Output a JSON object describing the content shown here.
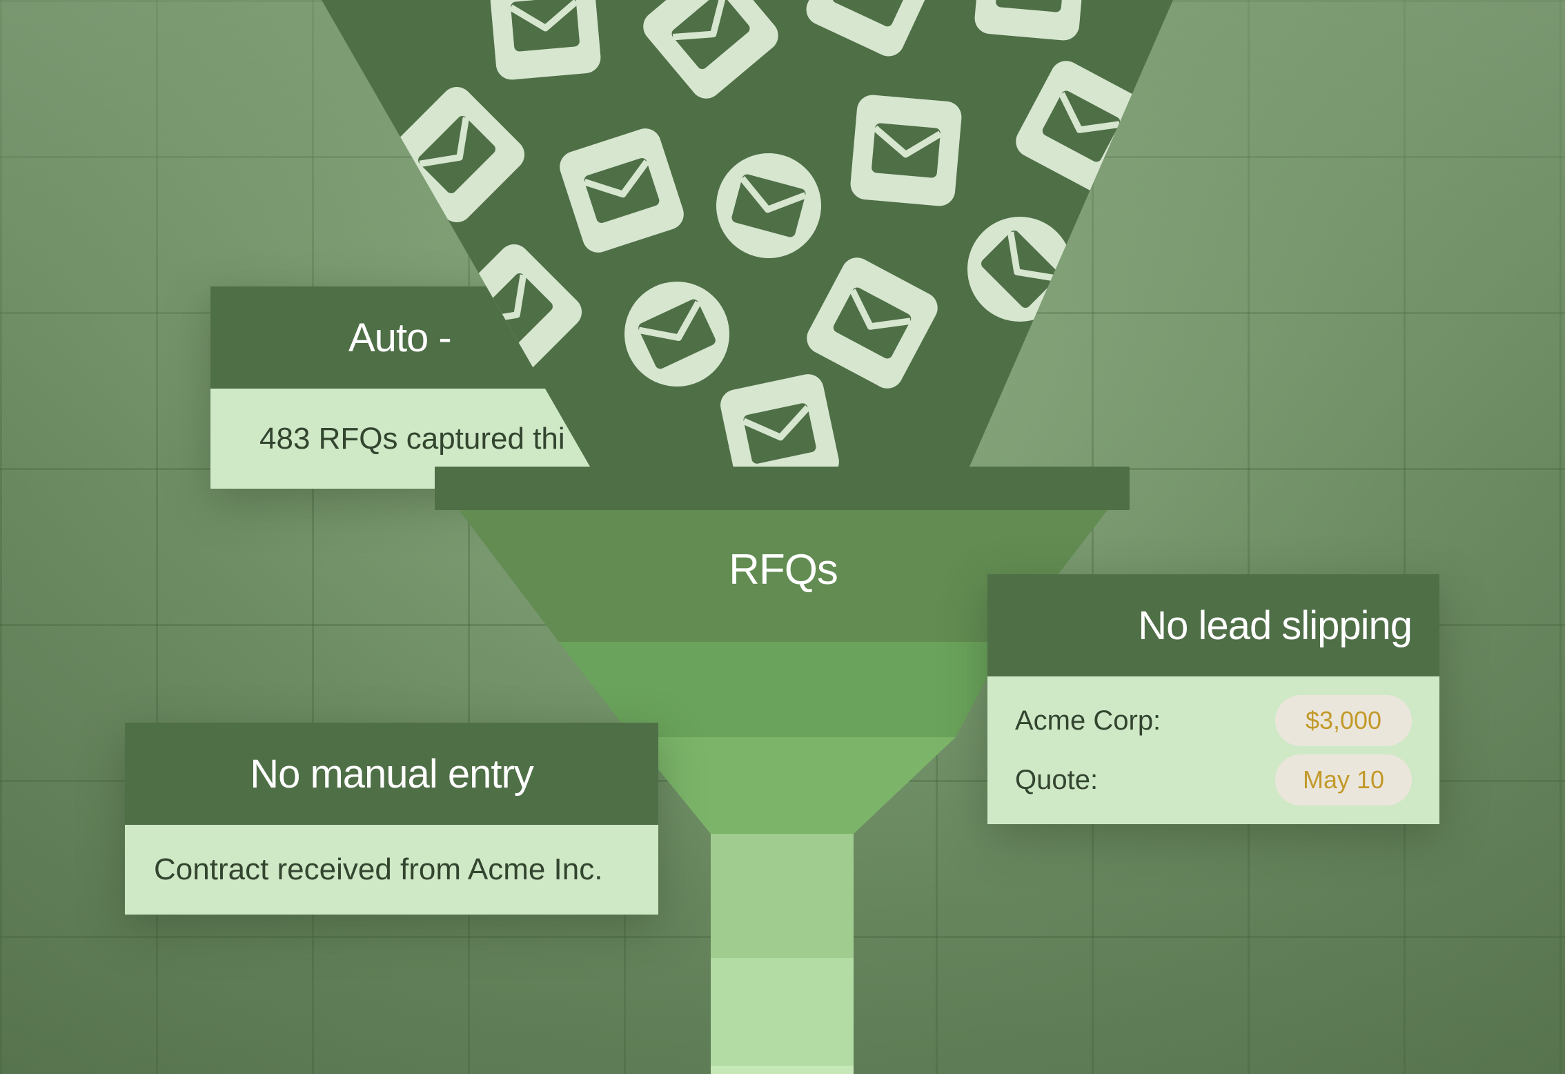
{
  "cards": {
    "auto": {
      "title": "Auto -",
      "body": "483 RFQs captured thi"
    },
    "manual": {
      "title": "No manual entry",
      "body": "Contract received from Acme Inc."
    },
    "lead": {
      "title": "No lead slipping",
      "rows": [
        {
          "label": "Acme Corp:",
          "value": "$3,000"
        },
        {
          "label": "Quote:",
          "value": "May 10"
        }
      ]
    }
  },
  "funnel": {
    "label": "RFQs"
  },
  "icons": {
    "envelope": "envelope-icon"
  },
  "colors": {
    "dark_green": "#4f6f47",
    "card_body": "#cfe8c6",
    "pill_bg": "#ebe6dc",
    "pill_text": "#c29a2a",
    "funnel_1": "#628c52",
    "funnel_2": "#6aa35b",
    "funnel_3": "#7cb56a",
    "spout_1": "#a0cd8f",
    "spout_2": "#b3dba4"
  }
}
